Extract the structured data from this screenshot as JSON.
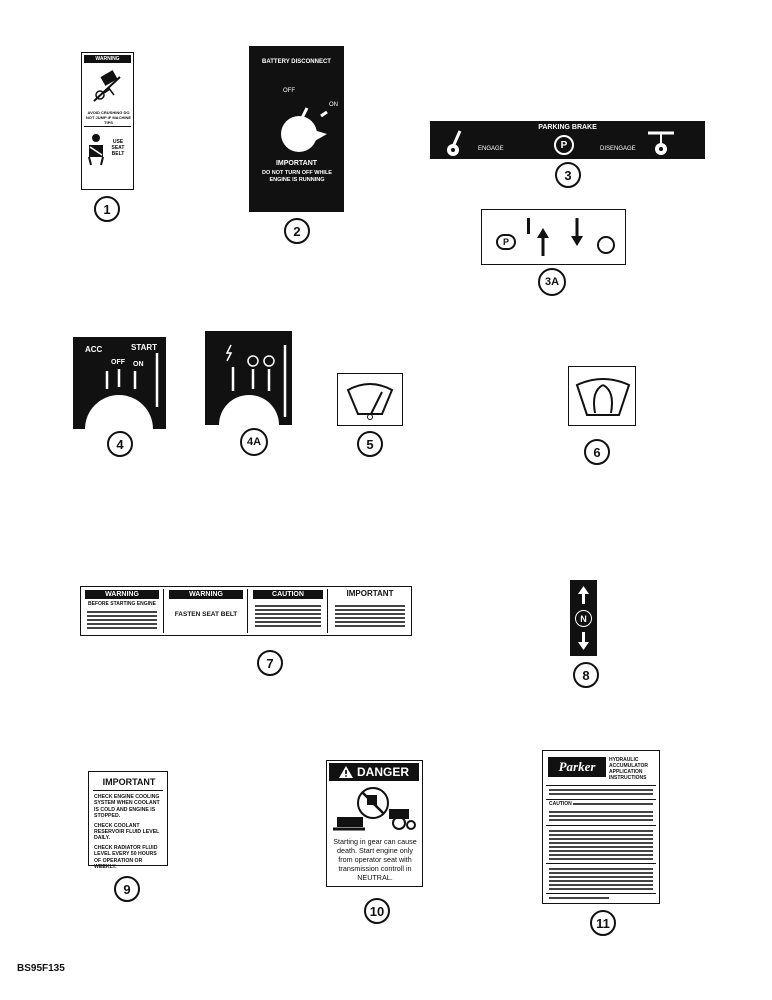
{
  "figure_id": "BS95F135",
  "callouts": [
    "1",
    "2",
    "3",
    "3A",
    "4",
    "4A",
    "5",
    "6",
    "7",
    "8",
    "9",
    "10",
    "11"
  ],
  "decal1": {
    "header": "WARNING",
    "warn_text": "AVOID CRUSHING DO NOT JUMP IF MACHINE TIPS",
    "seatbelt_text": "USE SEAT BELT"
  },
  "decal2": {
    "title": "BATTERY DISCONNECT",
    "off": "OFF",
    "on": "ON",
    "important": "IMPORTANT",
    "body": "DO NOT TURN OFF WHILE ENGINE IS RUNNING"
  },
  "decal3": {
    "title": "PARKING BRAKE",
    "engage": "ENGAGE",
    "p": "P",
    "disengage": "DISENGAGE"
  },
  "decal3a": {
    "p": "P"
  },
  "decal4": {
    "acc": "ACC",
    "off": "OFF",
    "on": "ON",
    "start": "START"
  },
  "decal7": {
    "panels": [
      "WARNING",
      "WARNING",
      "CAUTION",
      "IMPORTANT"
    ],
    "p1_sub": "BEFORE STARTING ENGINE",
    "p2_body": "FASTEN SEAT BELT"
  },
  "decal8": {
    "n": "N"
  },
  "decal9": {
    "title": "IMPORTANT",
    "body": [
      "CHECK ENGINE COOLING SYSTEM WHEN COOLANT IS COLD AND ENGINE IS STOPPED.",
      "CHECK COOLANT RESERVOIR FLUID LEVEL DAILY.",
      "CHECK RADIATOR FLUID LEVEL EVERY 50 HOURS OF OPERATION OR WEEKLY."
    ]
  },
  "decal10": {
    "title": "DANGER",
    "body": "Starting in gear can cause death. Start engine only from operator seat with transmission controll in NEUTRAL."
  },
  "decal11": {
    "brand": "Parker",
    "caption": "HYDRAULIC ACCUMULATOR APPLICATION INSTRUCTIONS",
    "caution": "CAUTION"
  }
}
